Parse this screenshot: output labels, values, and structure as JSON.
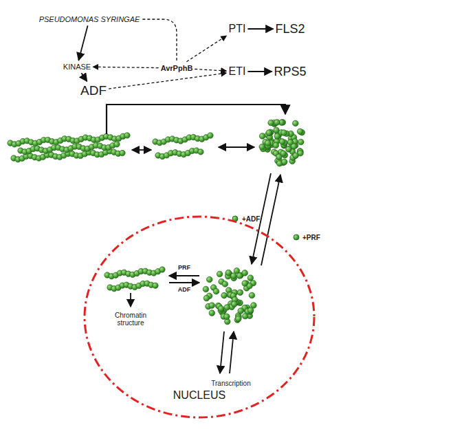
{
  "diagram": {
    "nodes": [
      {
        "text": [
          "PSEUDOMONAS SYRINGAE"
        ]
      },
      {
        "text": [
          "AvrPphB"
        ]
      },
      {
        "text": [
          "KINASE"
        ]
      },
      {
        "text": [
          "ADF"
        ]
      },
      {
        "text": [
          "PTI"
        ]
      },
      {
        "text": [
          "FLS2"
        ]
      },
      {
        "text": [
          "ETI"
        ]
      },
      {
        "text": [
          "RPS5"
        ]
      },
      {
        "text": [
          "NUCLEUS"
        ]
      },
      {
        "text": [
          "Chromatin structure"
        ],
        "in": 8
      },
      {
        "text": [
          "Transcription"
        ],
        "in": 8
      }
    ],
    "edges": [
      {
        "from": 0,
        "to": 2,
        "arrow": "to"
      },
      {
        "from": 2,
        "to": 3,
        "arrow": "to"
      },
      {
        "from": 1,
        "to": 2,
        "arrow": "to"
      },
      {
        "from": 1,
        "to": 4,
        "arrow": "to"
      },
      {
        "from": 1,
        "to": 6,
        "arrow": "to"
      },
      {
        "from": 3,
        "to": 6,
        "arrow": "to"
      },
      {
        "from": 4,
        "to": 5,
        "arrow": "to"
      },
      {
        "from": 6,
        "to": 7,
        "arrow": "to"
      },
      {
        "from": 0,
        "to": 1,
        "arrow": "none"
      }
    ],
    "labels": [
      "+ADF",
      "+PRF",
      "PRF",
      "ADF"
    ]
  }
}
